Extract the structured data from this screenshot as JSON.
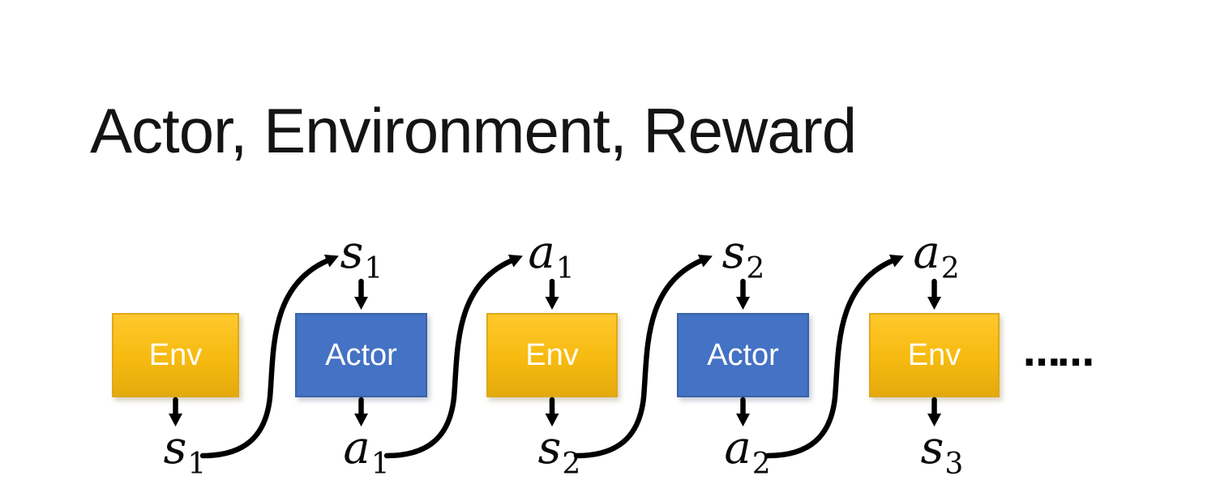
{
  "title": "Actor, Environment, Reward",
  "colors": {
    "env_gradient_top": "#FFC82C",
    "env_gradient_bottom": "#E4AA0C",
    "env_border": "#DFA81A",
    "actor_fill": "#4472C4",
    "actor_border": "#3A62A9",
    "arrow": "#000000",
    "box_text": "#FFFFFF",
    "title_text": "#141414"
  },
  "diagram": {
    "boxes": [
      {
        "id": "env-1",
        "label": "Env",
        "type": "environment"
      },
      {
        "id": "actor-1",
        "label": "Actor",
        "type": "actor"
      },
      {
        "id": "env-2",
        "label": "Env",
        "type": "environment"
      },
      {
        "id": "actor-2",
        "label": "Actor",
        "type": "actor"
      },
      {
        "id": "env-3",
        "label": "Env",
        "type": "environment"
      }
    ],
    "top_labels": [
      {
        "base": "s",
        "sub": "1"
      },
      {
        "base": "a",
        "sub": "1"
      },
      {
        "base": "s",
        "sub": "2"
      },
      {
        "base": "a",
        "sub": "2"
      }
    ],
    "bottom_labels": [
      {
        "base": "s",
        "sub": "1"
      },
      {
        "base": "a",
        "sub": "1"
      },
      {
        "base": "s",
        "sub": "2"
      },
      {
        "base": "a",
        "sub": "2"
      },
      {
        "base": "s",
        "sub": "3"
      }
    ],
    "connections": [
      {
        "from": "env-1",
        "signal": "s1",
        "to": "actor-1"
      },
      {
        "from": "actor-1",
        "signal": "a1",
        "to": "env-2"
      },
      {
        "from": "env-2",
        "signal": "s2",
        "to": "actor-2"
      },
      {
        "from": "actor-2",
        "signal": "a2",
        "to": "env-3"
      }
    ],
    "ellipsis": "……"
  }
}
